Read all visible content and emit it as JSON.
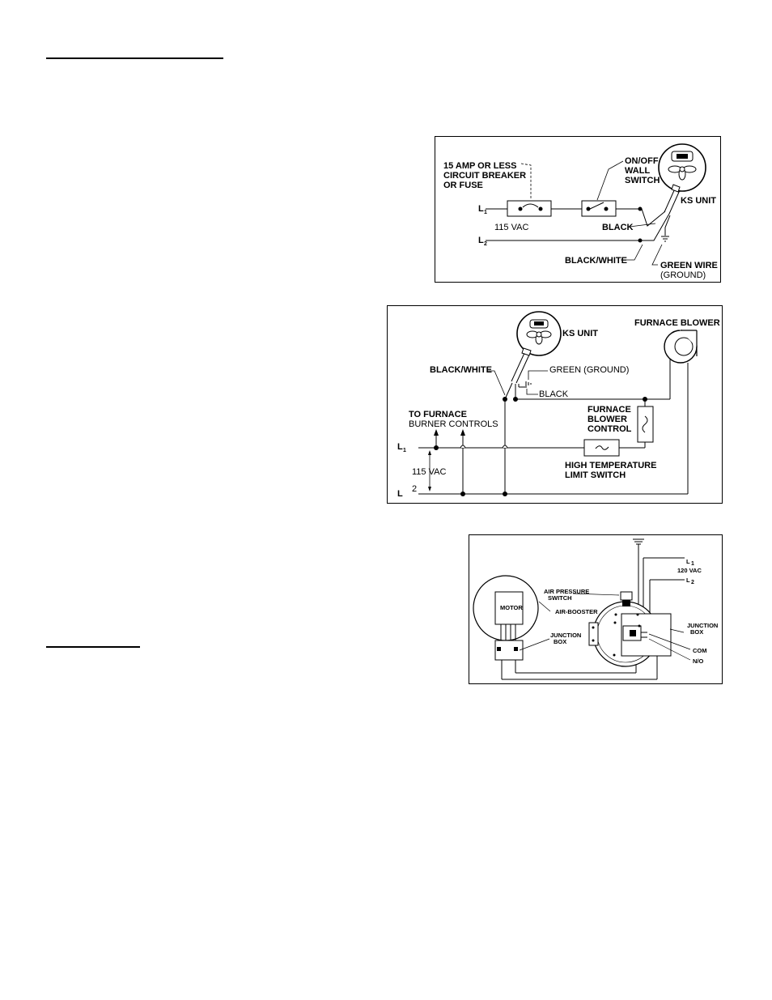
{
  "page": {
    "heading_rule_1": "",
    "heading_rule_2": ""
  },
  "diagram1": {
    "breaker_label_1": "15 AMP OR LESS",
    "breaker_label_2": "CIRCUIT BREAKER",
    "breaker_label_3": "OR FUSE",
    "switch_label_1": "ON/OFF",
    "switch_label_2": "WALL",
    "switch_label_3": "SWITCH",
    "unit_label": "KS UNIT",
    "l1": "L",
    "l1_sub": "1",
    "l2": "L",
    "l2_sub": "2",
    "voltage": "115 VAC",
    "black": "BLACK",
    "black_white": "BLACK/WHITE",
    "green_1": "GREEN WIRE",
    "green_2": "(GROUND)"
  },
  "diagram2": {
    "unit_label": "KS UNIT",
    "blower_label": "FURNACE BLOWER",
    "black_white": "BLACK/WHITE",
    "green": "GREEN (GROUND)",
    "black": "BLACK",
    "burner_1": "TO FURNACE",
    "burner_2": "BURNER CONTROLS",
    "control_1": "FURNACE",
    "control_2": "BLOWER",
    "control_3": "CONTROL",
    "l1": "L",
    "l1_sub": "1",
    "voltage": "115 VAC",
    "l2": "L",
    "l2_sub": "2",
    "limit_1": "HIGH TEMPERATURE",
    "limit_2": "LIMIT SWITCH"
  },
  "diagram3": {
    "motor": "MOTOR",
    "air_switch_1": "AIR PRESSURE",
    "air_switch_2": "SWITCH",
    "booster": "AIR-BOOSTER",
    "jbox_left_1": "JUNCTION",
    "jbox_left_2": "BOX",
    "jbox_right_1": "JUNCTION",
    "jbox_right_2": "BOX",
    "l1": "L",
    "l1_sub": "1",
    "voltage": "120 VAC",
    "l2": "L",
    "l2_sub": "2",
    "com": "COM",
    "no": "N/O"
  }
}
